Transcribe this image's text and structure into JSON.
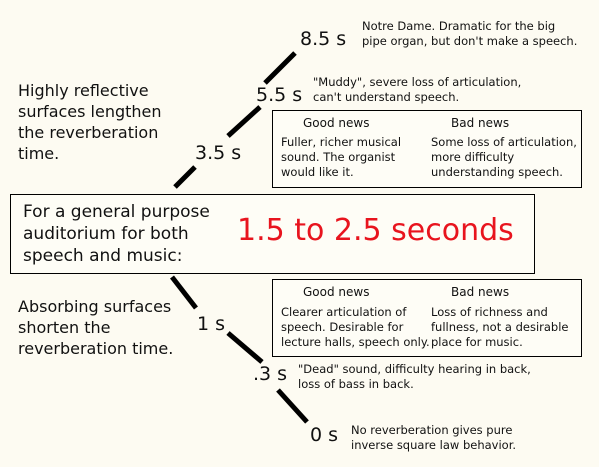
{
  "colors": {
    "background": "#fdfbf2",
    "highlight": "#e8141e",
    "line": "#000000"
  },
  "left_text": {
    "reflective": [
      "Highly reflective",
      "surfaces lengthen",
      "the reverberation",
      "time."
    ],
    "absorbing": [
      "Absorbing surfaces",
      "shorten the",
      "reverberation time."
    ]
  },
  "times": {
    "t85": "8.5 s",
    "t55": "5.5 s",
    "t35": "3.5 s",
    "t1": "1 s",
    "t03": ".3 s",
    "t0": "0 s"
  },
  "notes": {
    "t85": [
      "Notre Dame. Dramatic for the big",
      "pipe organ, but don't make a speech."
    ],
    "t55": [
      "\"Muddy\",  severe loss of articulation,",
      "can't understand speech."
    ],
    "t03": [
      "\"Dead\" sound, difficulty hearing in back,",
      "loss of bass in back."
    ],
    "t0": [
      "No reverberation gives pure",
      "inverse square law behavior."
    ]
  },
  "upper_box": {
    "good_header": "Good news",
    "bad_header": "Bad news",
    "good": [
      "Fuller, richer musical",
      "sound. The organist",
      "would like it."
    ],
    "bad": [
      "Some loss of articulation,",
      "more difficulty",
      "understanding speech."
    ]
  },
  "lower_box": {
    "good_header": "Good news",
    "bad_header": "Bad news",
    "good": [
      "Clearer articulation of",
      "speech. Desirable for",
      "lecture halls, speech only."
    ],
    "bad": [
      "Loss of richness and",
      "fullness, not a desirable",
      "place for music."
    ]
  },
  "main_box": {
    "lines": [
      "For a general purpose",
      "auditorium for both",
      "speech and music:"
    ],
    "range": "1.5 to 2.5 seconds"
  }
}
